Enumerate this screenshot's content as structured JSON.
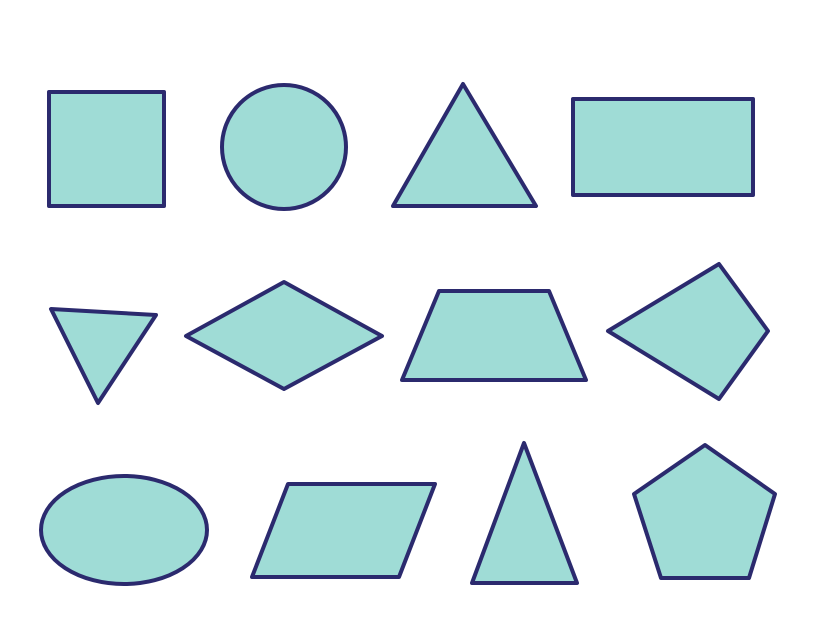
{
  "colors": {
    "background": "#ffffff",
    "fill": "#9fdcd6",
    "stroke": "#2b2a6e"
  },
  "shapes": [
    {
      "kind": "square"
    },
    {
      "kind": "circle"
    },
    {
      "kind": "equilateral-triangle"
    },
    {
      "kind": "rectangle"
    },
    {
      "kind": "inverted-triangle"
    },
    {
      "kind": "rhombus"
    },
    {
      "kind": "trapezoid"
    },
    {
      "kind": "irregular-pentagon"
    },
    {
      "kind": "ellipse"
    },
    {
      "kind": "parallelogram"
    },
    {
      "kind": "isosceles-triangle"
    },
    {
      "kind": "regular-pentagon"
    }
  ]
}
